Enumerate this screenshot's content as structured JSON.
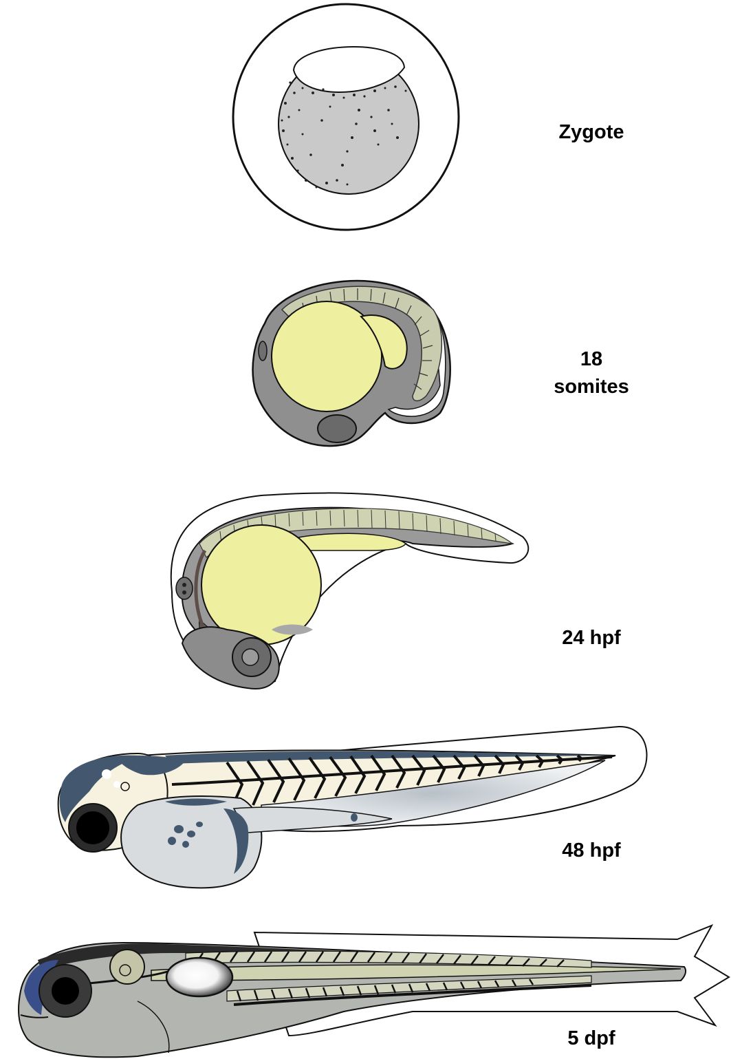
{
  "stages": [
    {
      "id": "zygote",
      "label_lines": [
        "Zygote"
      ]
    },
    {
      "id": "somites",
      "label_lines": [
        "18",
        "somites"
      ]
    },
    {
      "id": "hpf24",
      "label_lines": [
        "24 hpf"
      ]
    },
    {
      "id": "hpf48",
      "label_lines": [
        "48 hpf"
      ]
    },
    {
      "id": "dpf5",
      "label_lines": [
        "5 dpf"
      ]
    }
  ],
  "colors": {
    "outline": "#111111",
    "yolk": "#eeef9f",
    "tissue_gray": "#9a9a9a",
    "dark_gray": "#6f6f6f",
    "somite_green": "#cfd3b2",
    "cream": "#f7f1df",
    "pigment_blue": "#43586e",
    "pale_gray": "#d9dcdf",
    "fish_gray": "#b3b5b0"
  }
}
